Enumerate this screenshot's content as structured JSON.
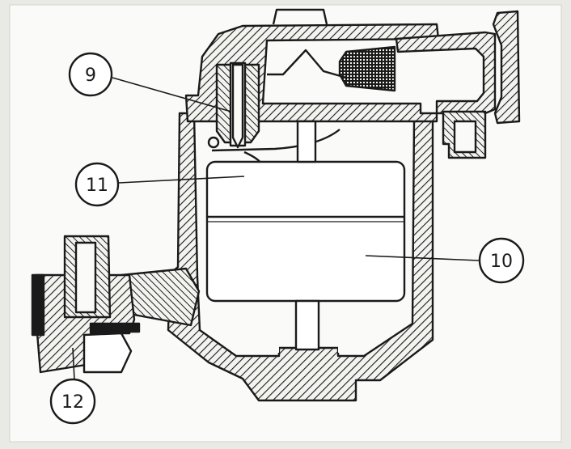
{
  "figure": {
    "kind": "carburettor float chamber cross-section",
    "paper_color": "#e9e9e6",
    "ink_color": "#1a1a1a",
    "callouts": [
      {
        "id": "needle-valve",
        "text": "9"
      },
      {
        "id": "float",
        "text": "10"
      },
      {
        "id": "float-spring",
        "text": "11"
      },
      {
        "id": "fuel-inlet-union",
        "text": "12"
      }
    ]
  }
}
